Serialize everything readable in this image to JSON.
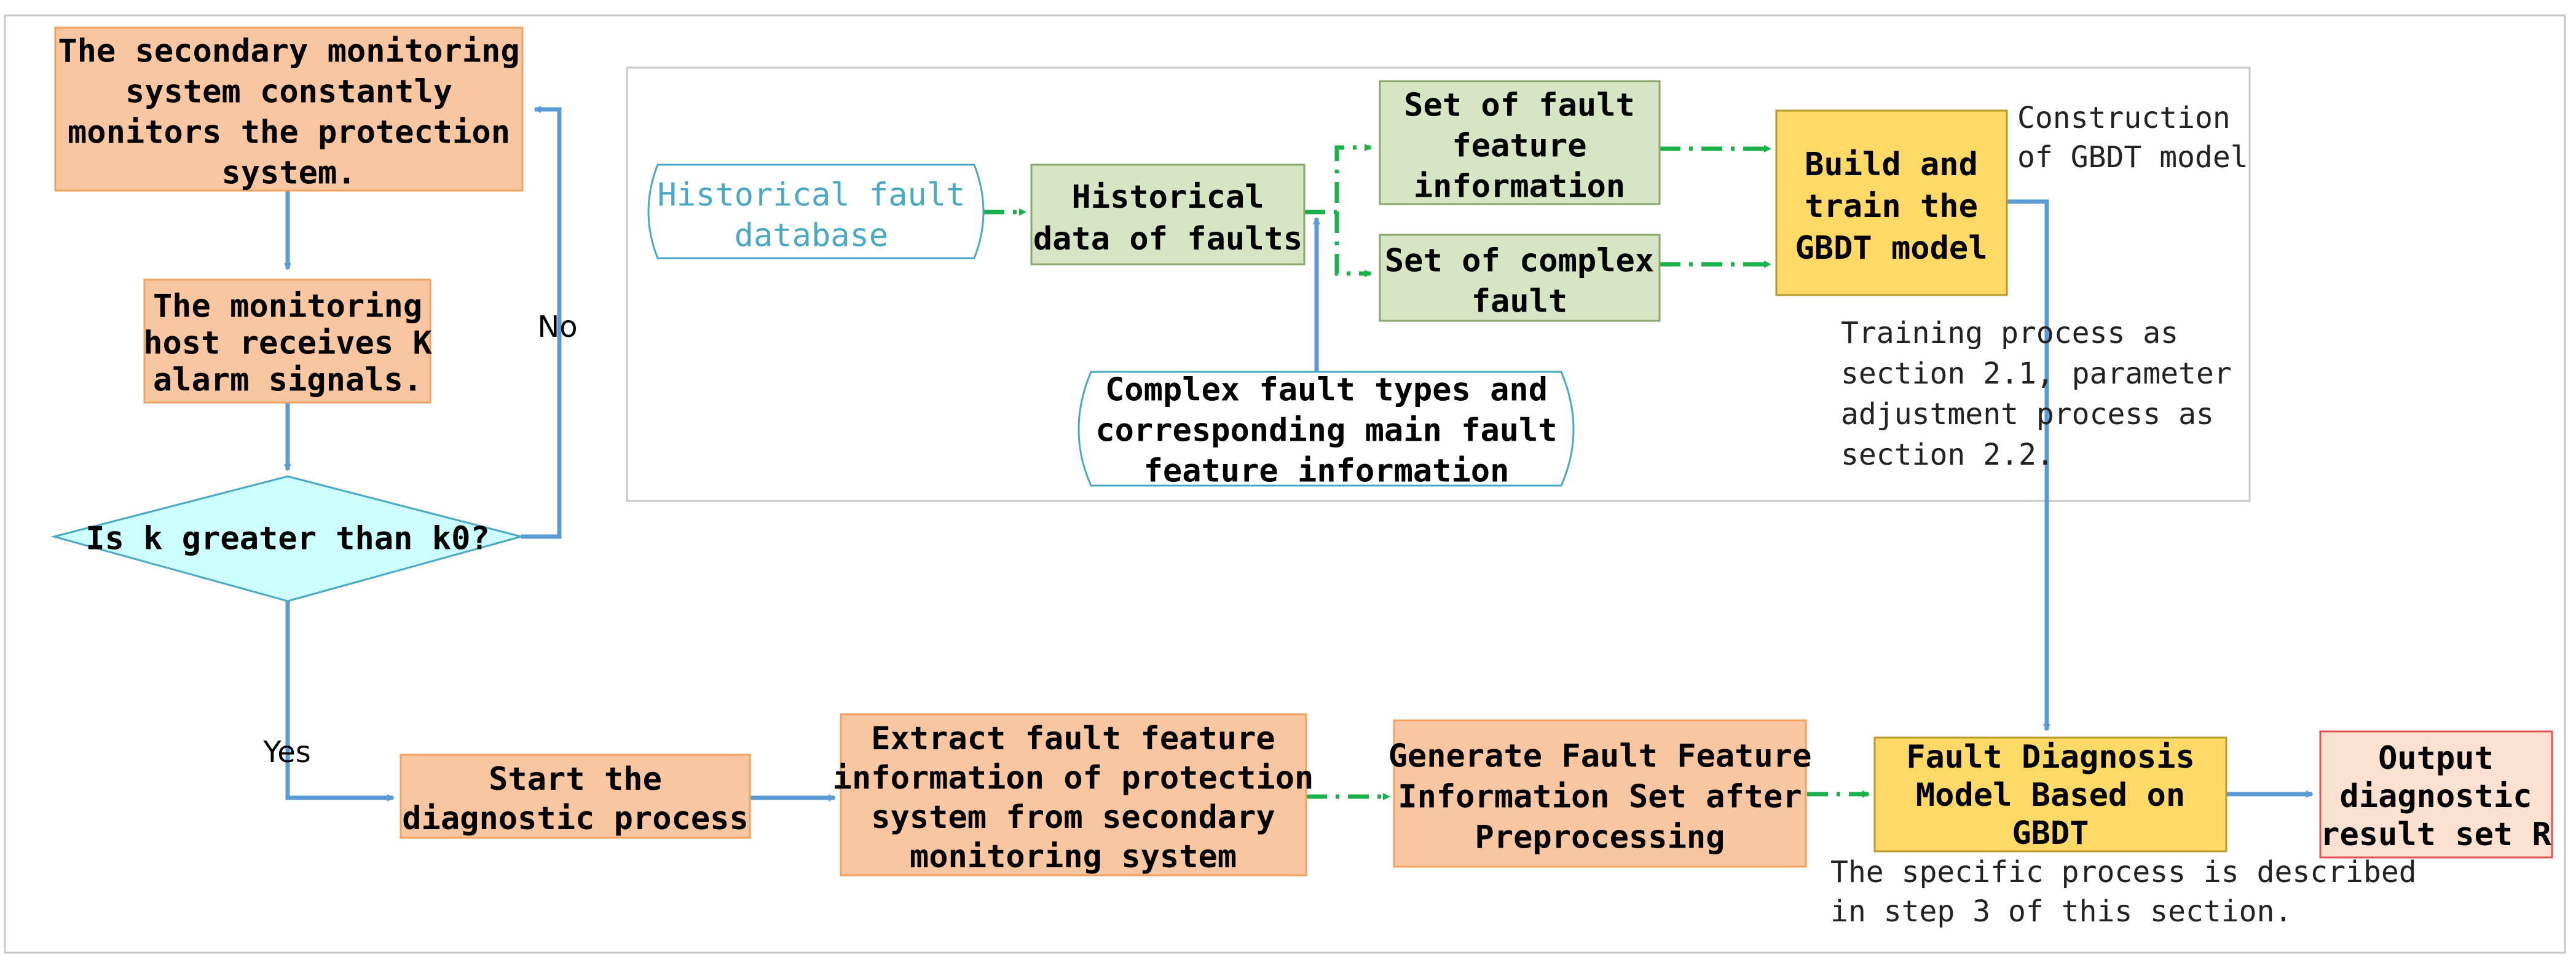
{
  "colors": {
    "salmon_fill": "#f8c6a0",
    "salmon_border": "#f3a15f",
    "light_salmon_fill": "#fbe2d0",
    "green_fill": "#d6e5c4",
    "green_border": "#8aa86a",
    "yellow_fill": "#ffd966",
    "yellow_border": "#b89a2a",
    "cyan_fill": "#ccffff",
    "cyan_border": "#4aa8c4",
    "blue_arrow": "#5b9bd5",
    "green_arrow": "#1ab04a",
    "red_border": "#e05050"
  },
  "nodes": {
    "monitor": "The secondary monitoring system constantly monitors the protection system.",
    "host": "The monitoring host receives K alarm signals.",
    "decision": "Is k greater than k0?",
    "start": "Start the diagnostic process",
    "extract": "Extract fault feature information of protection system from secondary monitoring system",
    "generate": "Generate Fault Feature Information Set after Preprocessing",
    "diagnosis": "Fault Diagnosis Model Based on GBDT",
    "output": "Output diagnostic result set R",
    "hist_db": "Historical fault database",
    "hist_data": "Historical data of faults",
    "fault_feat": "Set of fault feature information",
    "complex_set": "Set of complex fault",
    "complex_types": "Complex fault types and corresponding main fault feature information",
    "build": "Build and train the GBDT model"
  },
  "lines": {
    "monitor": [
      "The secondary monitoring",
      "system constantly",
      "monitors the protection",
      "system."
    ],
    "host": [
      "The monitoring",
      "host receives K",
      "alarm signals."
    ],
    "decision": [
      "Is k greater than k0?"
    ],
    "start": [
      "Start the",
      "diagnostic process"
    ],
    "extract": [
      "Extract fault feature",
      "information of protection",
      "system from secondary",
      "monitoring system"
    ],
    "generate": [
      "Generate Fault Feature",
      "Information Set after",
      "Preprocessing"
    ],
    "diagnosis": [
      "Fault Diagnosis",
      "Model Based on",
      "GBDT"
    ],
    "output": [
      "Output",
      "diagnostic",
      "result set R"
    ],
    "hist_db": [
      "Historical fault",
      "database"
    ],
    "hist_data": [
      "Historical",
      "data of faults"
    ],
    "fault_feat": [
      "Set of fault",
      "feature",
      "information"
    ],
    "complex_set": [
      "Set of complex",
      "fault"
    ],
    "complex_types": [
      "Complex fault types and",
      "corresponding main fault",
      "feature information"
    ],
    "build": [
      "Build and",
      "train the",
      "GBDT model"
    ]
  },
  "annotations": {
    "construction": "Construction of GBDT model",
    "construction_lines": [
      "Construction",
      "of GBDT model"
    ],
    "training": "Training process as section 2.1, parameter adjustment process as section 2.2.",
    "training_lines": [
      "Training process as",
      "section 2.1, parameter",
      "adjustment process as",
      "section 2.2."
    ],
    "specific": "The specific process is described in step 3 of this section.",
    "specific_lines": [
      "The specific process is described",
      "in step 3 of this section."
    ]
  },
  "edge_labels": {
    "no": "No",
    "yes": "Yes"
  }
}
